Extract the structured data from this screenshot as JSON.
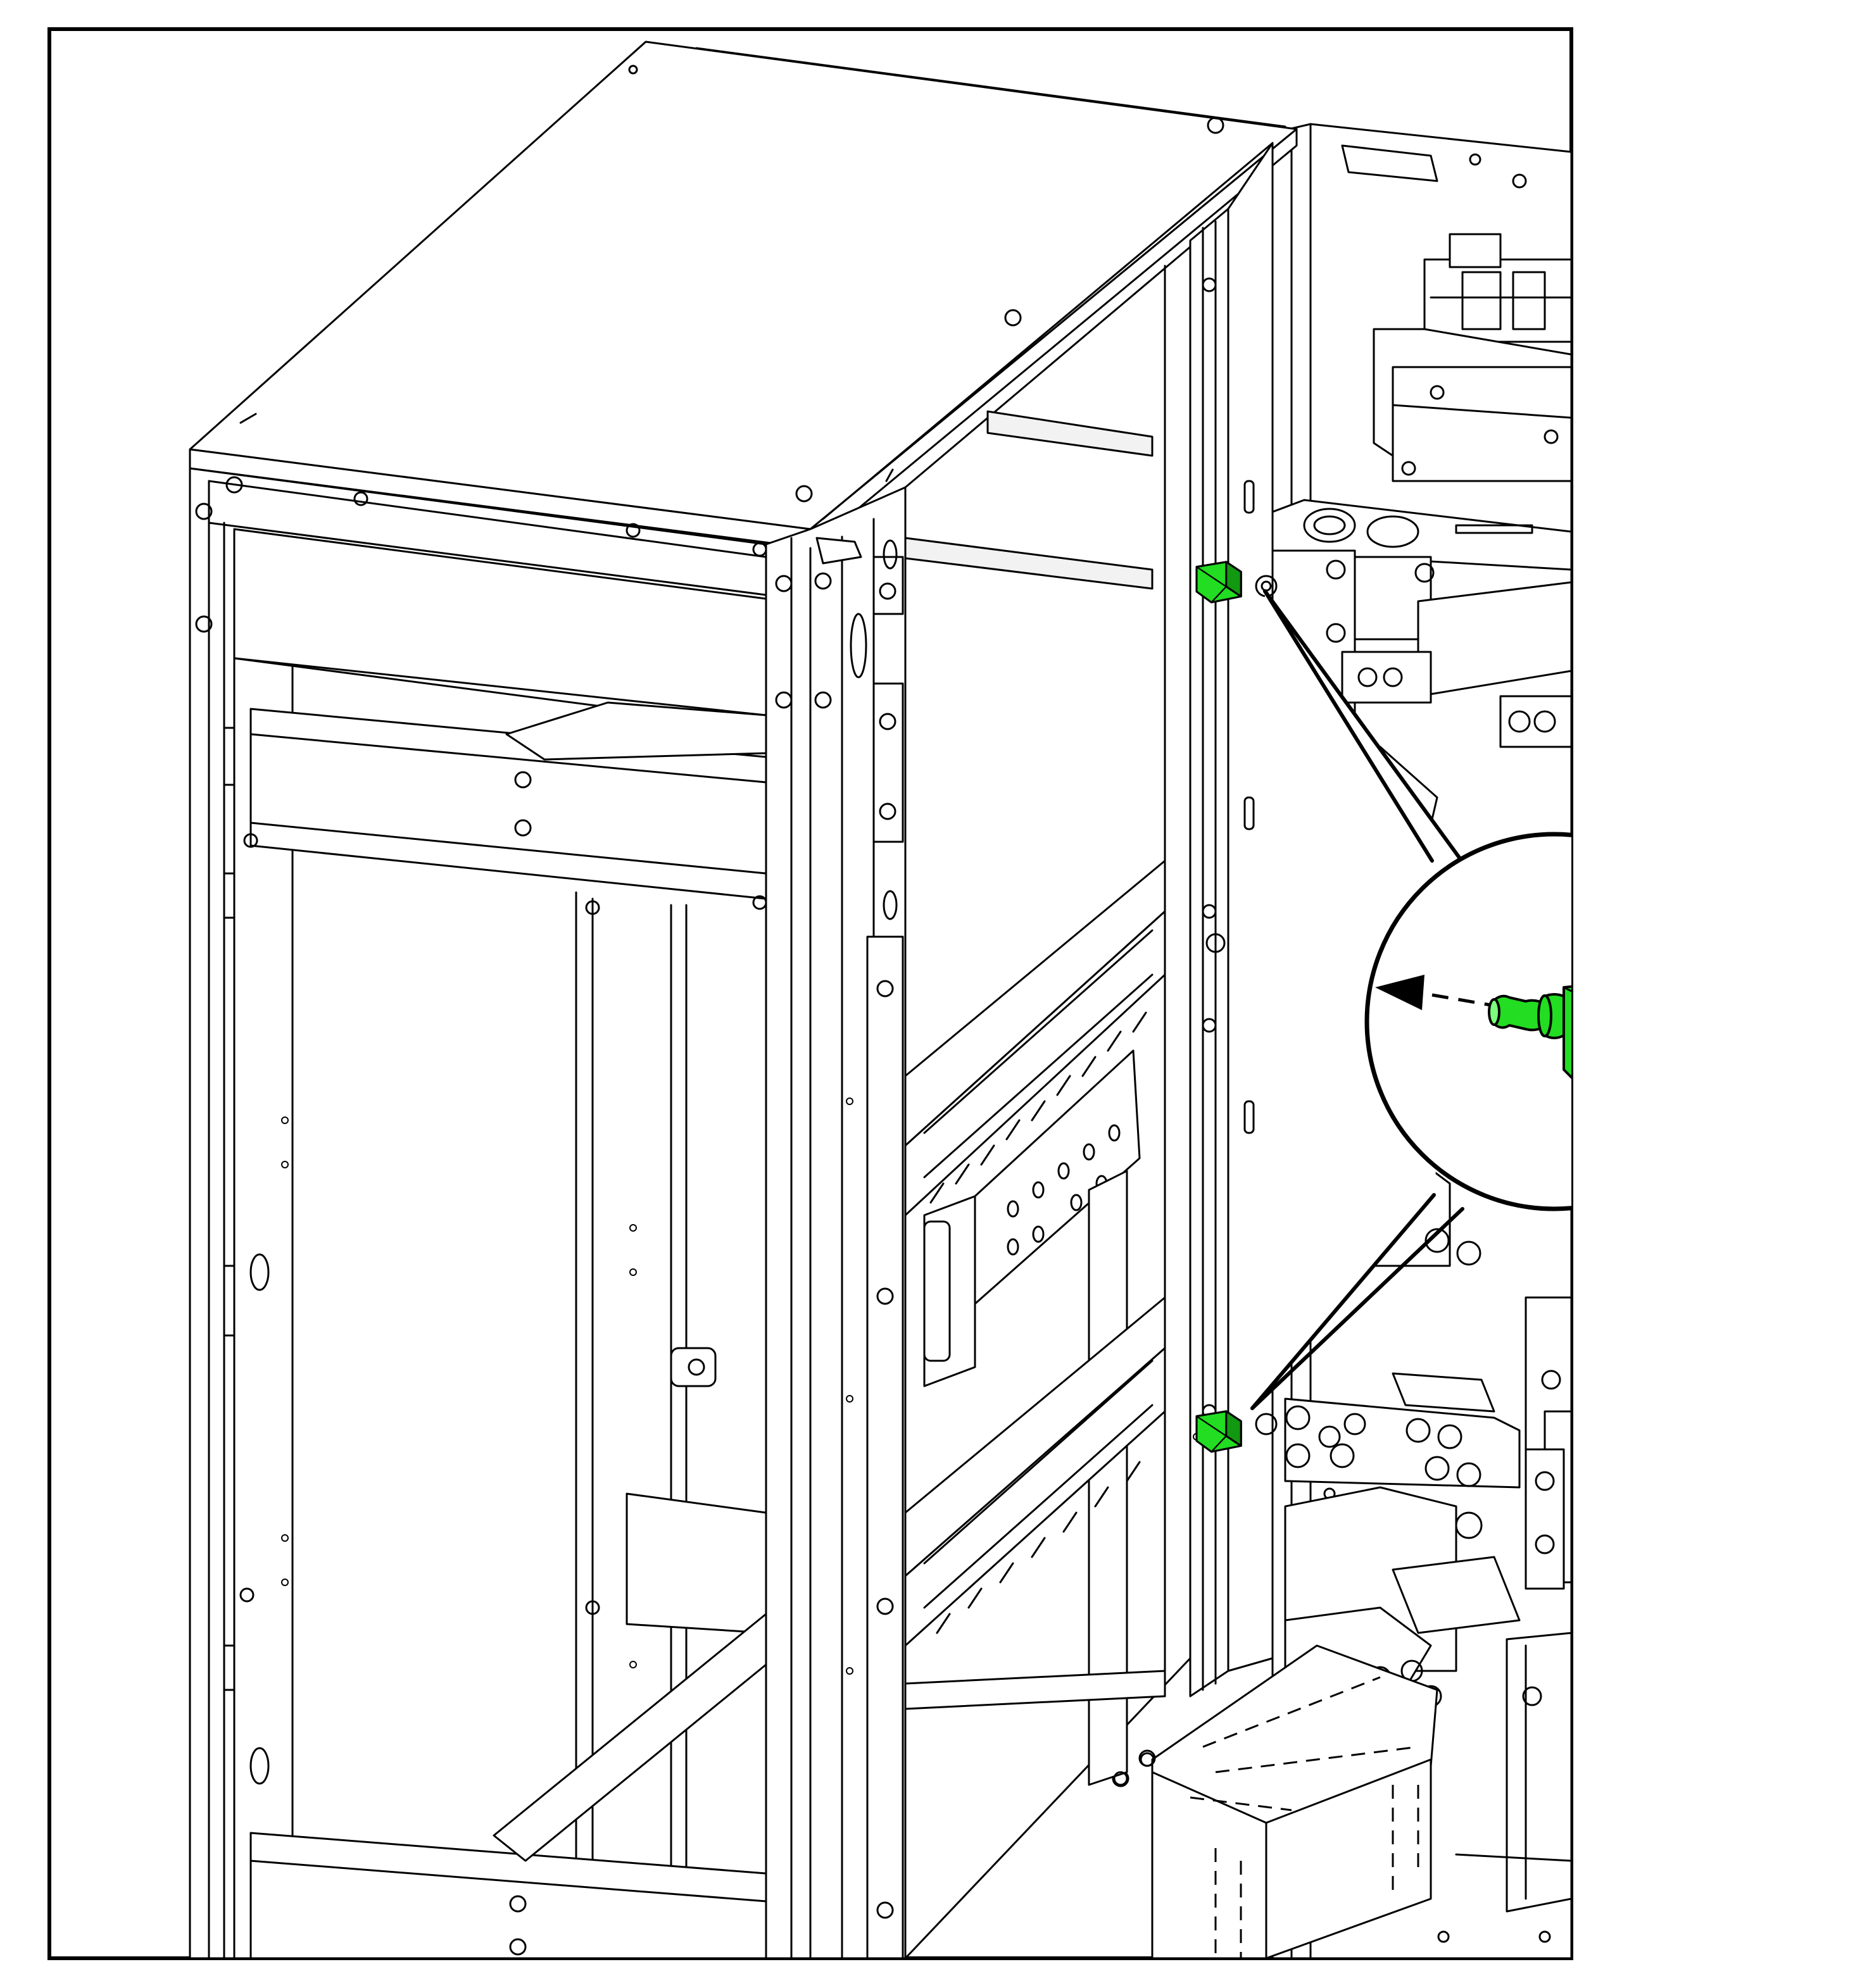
{
  "figure": {
    "subject": "enclosure-frame",
    "highlighted_part": "alignment-pin",
    "highlighted_part_count": 2,
    "detail_view_arrow": "insert-direction-left",
    "colors": {
      "highlight": "#22dd22",
      "highlight_dark": "#129912",
      "highlight_light": "#7dff7d",
      "line": "#000000",
      "background": "#ffffff"
    }
  }
}
